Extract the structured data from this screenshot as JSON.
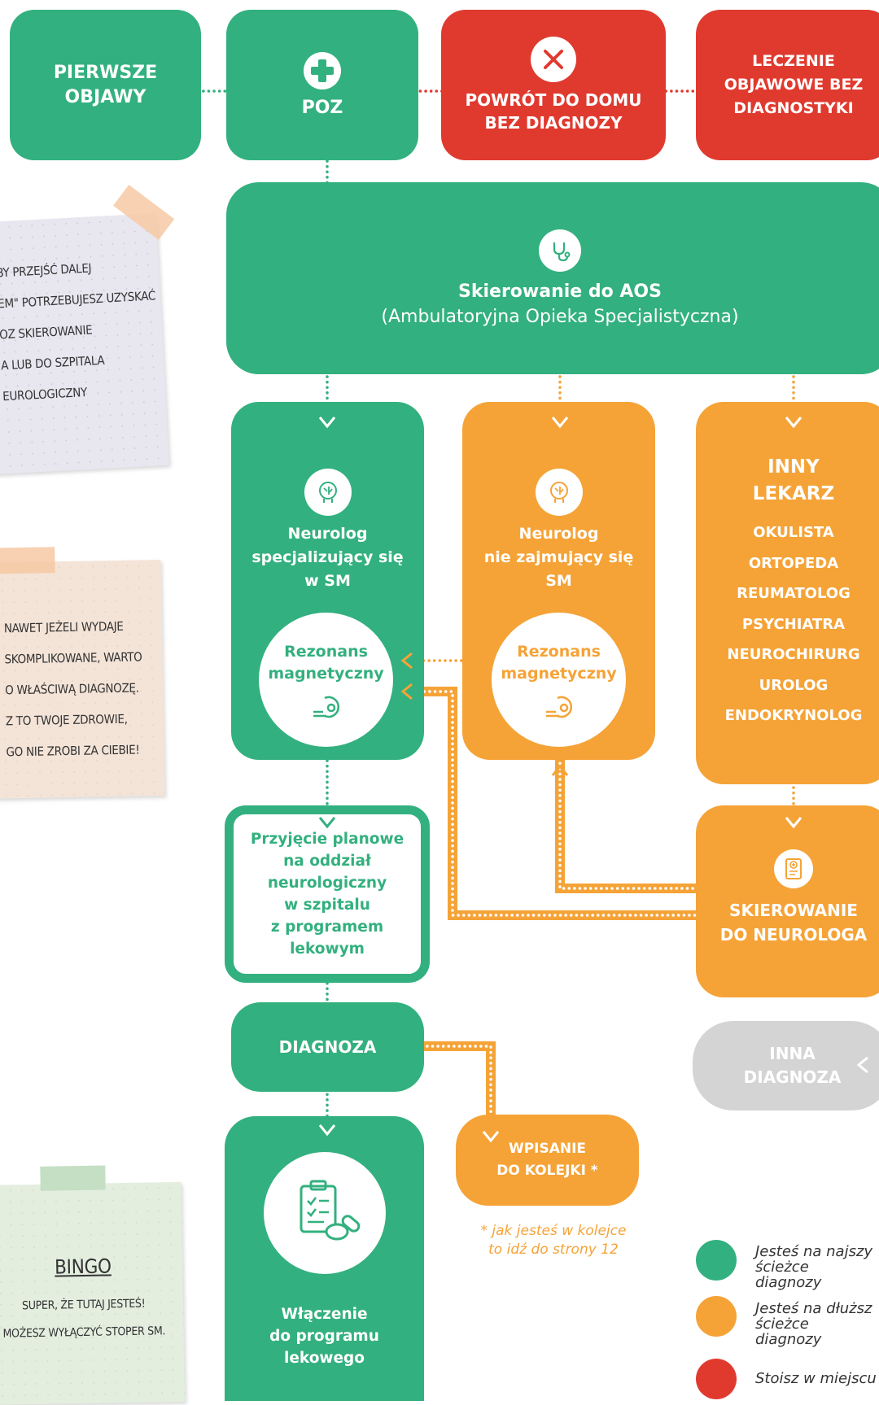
{
  "boxes": {
    "first_symptoms": "PIERWSZE\nOBJAWY",
    "poz": "POZ",
    "back_home": "POWRÓT DO DOMU\nBEZ DIAGNOZY",
    "symptomatic": "LECZENIE\nOBJAWOWE BEZ\nDIAGNOSTYKI",
    "aos_title": "Skierowanie do AOS",
    "aos_sub": "(Ambulatoryjna Opieka Specjalistyczna)",
    "neuro_sm": "Neurolog\nspecjalizujący się\nw SM",
    "neuro_other": "Neurolog\nnie zajmujący się\nSM",
    "mri_1": "Rezonans\nmagnetyczny",
    "mri_2": "Rezonans\nmagnetyczny",
    "other_doctor": "INNY\nLEKARZ",
    "admission": "Przyjęcie planowe\nna oddział\nneurologiczny\nw szpitalu\nz programem\nlekowym",
    "diagnosis": "DIAGNOZA",
    "referral": "SKIEROWANIE\nDO NEUROLOGA",
    "other_diagnosis": "INNA\nDIAGNOZA",
    "queue": "WPISANIE\nDO KOLEJKI *",
    "queue_note": "* jak jesteś w kolejce\nto idź do strony 12",
    "drug_program": "Włączenie\ndo programu\nlekowego"
  },
  "other_doctors": [
    "OKULISTA",
    "ORTOPEDA",
    "REUMATOLOG",
    "PSYCHIATRA",
    "NEUROCHIRURG",
    "UROLOG",
    "ENDOKRYNOLOG"
  ],
  "notes": {
    "note1": [
      "BY PRZEJŚĆ DALEJ",
      "EM\" POTRZEBUJESZ UZYSKAĆ",
      "OZ SKIEROWANIE",
      "A LUB DO SZPITALA",
      "EUROLOGICZNY"
    ],
    "note2": [
      "NAWET JEŻELI WYDAJE",
      "SKOMPLIKOWANE, WARTO",
      "O WŁAŚCIWĄ DIAGNOZĘ.",
      "Z TO TWOJE ZDROWIE,",
      "GO NIE ZROBI ZA CIEBIE!"
    ],
    "note3_title": "BINGO",
    "note3": [
      "SUPER, ŻE TUTAJ JESTEŚ!",
      "MOŻESZ WYŁĄCZYĆ STOPER SM."
    ]
  },
  "legend": [
    {
      "text": "Jesteś na najszy\nścieżce diagnozy",
      "color": "#33b07f"
    },
    {
      "text": "Jesteś na dłuższ\nścieżce diagnozy",
      "color": "#f5a337"
    },
    {
      "text": "Stoisz w miejscu",
      "color": "#e03a2f"
    }
  ],
  "colors": {
    "green": "#33b07f",
    "orange": "#f5a337",
    "red": "#e03a2f",
    "gray": "#d4d4d4"
  }
}
